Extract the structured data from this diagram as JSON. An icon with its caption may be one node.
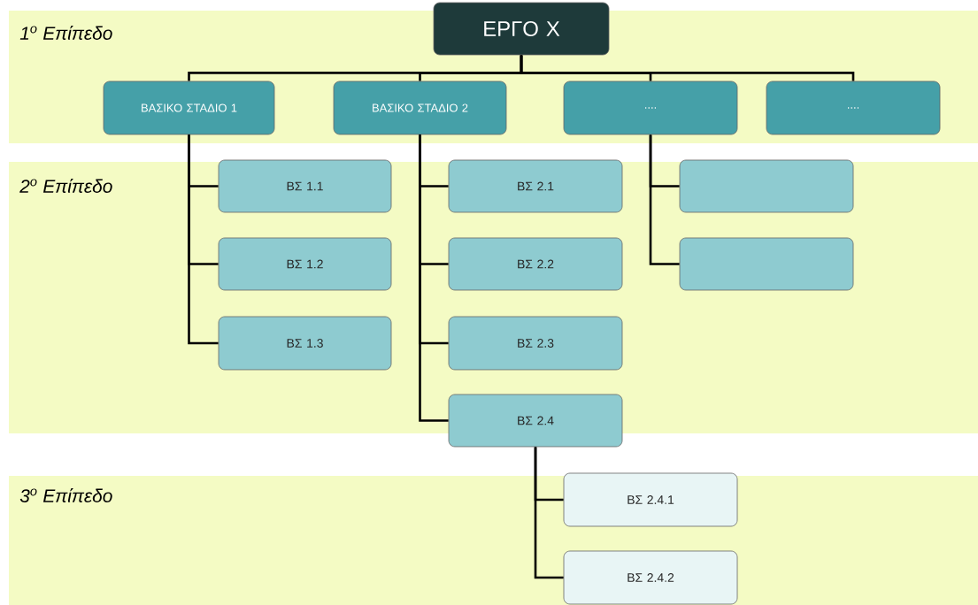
{
  "diagram": {
    "nodes": [
      {
        "text": [
          "ΕΡΓΟ Χ"
        ]
      },
      {
        "text": [
          "ΒΑΣΙΚΟ ΣΤΑΔΙΟ 1"
        ]
      },
      {
        "text": [
          "ΒΑΣΙΚΟ ΣΤΑΔΙΟ 2"
        ]
      },
      {
        "text": [
          "...."
        ]
      },
      {
        "text": [
          "...."
        ]
      },
      {
        "text": [
          "ΒΣ 1.1"
        ]
      },
      {
        "text": [
          "ΒΣ 2.1"
        ]
      },
      {
        "text": [],
        "shape": "box"
      },
      {
        "text": [
          "ΒΣ 1.2"
        ]
      },
      {
        "text": [
          "ΒΣ 2.2"
        ]
      },
      {
        "text": [],
        "shape": "box"
      },
      {
        "text": [
          "ΒΣ 1.3"
        ]
      },
      {
        "text": [
          "ΒΣ 2.3"
        ]
      },
      {
        "text": [
          "ΒΣ 2.4"
        ]
      },
      {
        "text": [
          "ΒΣ 2.4.1"
        ]
      },
      {
        "text": [
          "ΒΣ 2.4.2"
        ]
      }
    ],
    "edges": [
      {
        "from": 0,
        "to": 1,
        "arrow": "none"
      },
      {
        "from": 0,
        "to": 2,
        "arrow": "none"
      },
      {
        "from": 0,
        "to": 3,
        "arrow": "none"
      },
      {
        "from": 0,
        "to": 4,
        "arrow": "none"
      },
      {
        "from": 1,
        "to": 5,
        "arrow": "none"
      },
      {
        "from": 1,
        "to": 8,
        "arrow": "none"
      },
      {
        "from": 1,
        "to": 11,
        "arrow": "none"
      },
      {
        "from": 2,
        "to": 6,
        "arrow": "none"
      },
      {
        "from": 2,
        "to": 9,
        "arrow": "none"
      },
      {
        "from": 2,
        "to": 12,
        "arrow": "none"
      },
      {
        "from": 2,
        "to": 13,
        "arrow": "none"
      },
      {
        "from": 3,
        "to": 7,
        "arrow": "none"
      },
      {
        "from": 3,
        "to": 10,
        "arrow": "none"
      },
      {
        "from": 13,
        "to": 14,
        "arrow": "none"
      },
      {
        "from": 13,
        "to": 15,
        "arrow": "none"
      }
    ],
    "labels": [
      "1$^{o}$ Επίπεδο",
      "2$^{o}$ Επίπεδο",
      "3$^{o}$ Επίπεδο"
    ]
  }
}
